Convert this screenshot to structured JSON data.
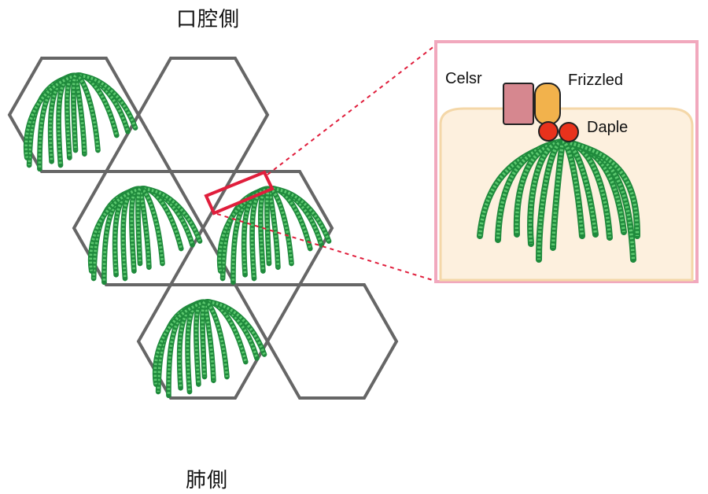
{
  "labels": {
    "oral_side": "口腔側",
    "lung_side": "肺側",
    "celsr": "Celsr",
    "frizzled": "Frizzled",
    "daple": "Daple"
  },
  "colors": {
    "hex_stroke": "#666666",
    "cilia_dark": "#1f8a3c",
    "cilia_light": "#5cc86f",
    "highlight_red": "#e01e3c",
    "inset_border": "#f1a8bd",
    "inset_cell_fill": "#fdf0de",
    "inset_cell_edge": "#f4d7a8",
    "celsr_fill": "#d6878f",
    "frizzled_fill": "#f2b24c",
    "daple_fill": "#e8321c"
  },
  "icons": [
    "hexagonal-cell",
    "cilia-bundle",
    "celsr-protein",
    "frizzled-protein",
    "daple-protein"
  ],
  "cells": [
    {
      "id": "top-left",
      "ciliated": true
    },
    {
      "id": "top-right",
      "ciliated": false
    },
    {
      "id": "middle-left",
      "ciliated": true
    },
    {
      "id": "middle-right",
      "ciliated": true,
      "highlighted": true
    },
    {
      "id": "bottom-left",
      "ciliated": true
    },
    {
      "id": "bottom-right",
      "ciliated": false
    }
  ]
}
